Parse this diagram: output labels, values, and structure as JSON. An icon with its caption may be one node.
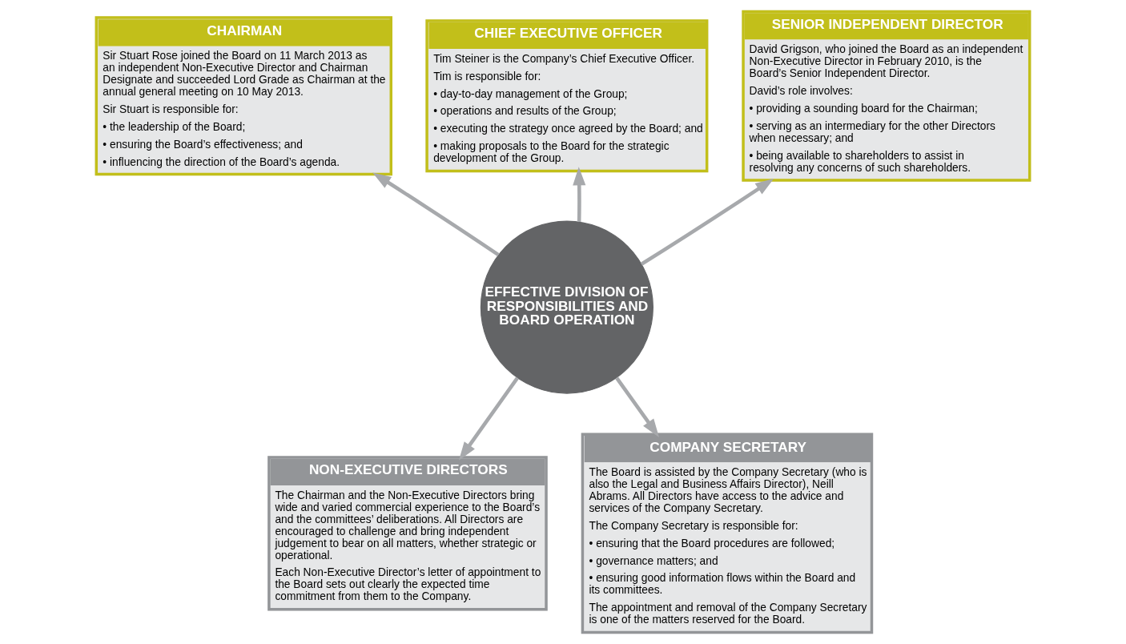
{
  "diagram": {
    "nodes": [
      {
        "text": [
          "CHAIRMAN",
          "Sir Stuart Rose joined the Board on 11 March 2013 as an independent Non-Executive Director and Chairman Designate and succeeded Lord Grade as Chairman at the annual general meeting on 10 May 2013.",
          "Sir Stuart is responsible for:",
          "• the leadership of the Board;",
          "• ensuring the Board’s effectiveness; and",
          "• influencing the direction of the Board’s agenda."
        ]
      },
      {
        "text": [
          "CHIEF EXECUTIVE OFFICER",
          "Tim Steiner is the Company’s Chief Executive Officer.",
          "Tim is responsible for:",
          "• day-to-day management of the Group;",
          "• operations and results of the Group;",
          "• executing the strategy once agreed by the Board; and",
          "• making proposals to the Board for the strategic development of the Group."
        ]
      },
      {
        "text": [
          "SENIOR INDEPENDENT DIRECTOR",
          "David Grigson, who joined the Board as an independent Non-Executive Director in February 2010, is the Board’s Senior Independent Director.",
          "David’s role involves:",
          "• providing a sounding board for the Chairman;",
          "• serving as an intermediary for the other Directors when necessary; and",
          "• being available to shareholders to assist in resolving any concerns of such shareholders."
        ]
      },
      {
        "text": [
          "EFFECTIVE DIVISION OF RESPONSIBILITIES AND BOARD OPERATION"
        ]
      },
      {
        "text": [
          "NON-EXECUTIVE DIRECTORS",
          "The Chairman and the Non-Executive Directors bring wide and varied commercial experience to the Board’s and the committees’ deliberations. All Directors are encouraged to challenge and bring independent judgement to bear on all matters, whether strategic or operational.",
          "Each Non-Executive Director’s letter of appointment to the Board sets out clearly the expected time commitment from them to the Company."
        ]
      },
      {
        "text": [
          "COMPANY SECRETARY",
          "The Board is assisted by the Company Secretary (who is also the Legal and Business Affairs Director), Neill Abrams. All Directors have access to the advice and services of the Company Secretary.",
          "The Company Secretary is responsible for:",
          "• ensuring that the Board procedures are followed;",
          "• governance matters; and",
          "• ensuring good information flows within the Board and its committees.",
          "The appointment and removal of the Company Secretary is one of the matters reserved for the Board."
        ]
      }
    ],
    "edges": [
      {
        "from": 3,
        "to": 0,
        "arrow": "to"
      },
      {
        "from": 3,
        "to": 1,
        "arrow": "to"
      },
      {
        "from": 3,
        "to": 2,
        "arrow": "to"
      },
      {
        "from": 3,
        "to": 4,
        "arrow": "to"
      },
      {
        "from": 3,
        "to": 5,
        "arrow": "to"
      }
    ]
  }
}
